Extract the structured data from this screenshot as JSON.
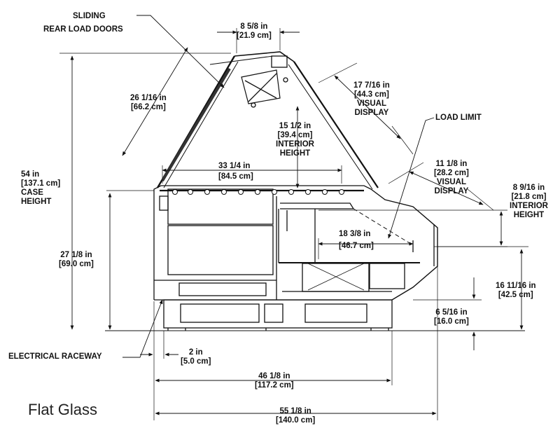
{
  "caption": "Flat Glass",
  "labels": {
    "sliding": "SLIDING",
    "rear_load_doors": "REAR LOAD DOORS",
    "top_in": "8 5/8 in",
    "top_cm": "[21.9 cm]",
    "glass_in": "26 1/16 in",
    "glass_cm": "[66.2 cm]",
    "visual_in": "17 7/16 in",
    "visual_cm": "[44.3 cm]",
    "visual_1": "VISUAL",
    "visual_2": "DISPLAY",
    "interior_in": "15 1/2 in",
    "interior_cm": "[39.4 cm]",
    "interior_1": "INTERIOR",
    "interior_2": "HEIGHT",
    "load_limit": "LOAD LIMIT",
    "case_in": "54 in",
    "case_cm": "[137.1 cm]",
    "case_1": "CASE",
    "case_2": "HEIGHT",
    "shelf_in": "33 1/4 in",
    "shelf_cm": "[84.5 cm]",
    "lower_visual_in": "11 1/8 in",
    "lower_visual_cm": "[28.2 cm]",
    "lower_visual_1": "VISUAL",
    "lower_visual_2": "DISPLAY",
    "lower_interior_in": "8 9/16 in",
    "lower_interior_cm": "[21.8 cm]",
    "lower_interior_1": "INTERIOR",
    "lower_interior_2": "HEIGHT",
    "deck_in": "18 3/8 in",
    "deck_cm": "[46.7 cm]",
    "counter_in": "27 1/8 in",
    "counter_cm": "[69.0 cm]",
    "front_in": "16 11/16 in",
    "front_cm": "[42.5 cm]",
    "base_in": "6 5/16 in",
    "base_cm": "[16.0 cm]",
    "electrical": "ELECTRICAL RACEWAY",
    "raceway_in": "2 in",
    "raceway_cm": "[5.0 cm]",
    "depth_in": "46 1/8 in",
    "depth_cm": "[117.2 cm]",
    "overall_in": "55 1/8 in",
    "overall_cm": "[140.0 cm]"
  }
}
